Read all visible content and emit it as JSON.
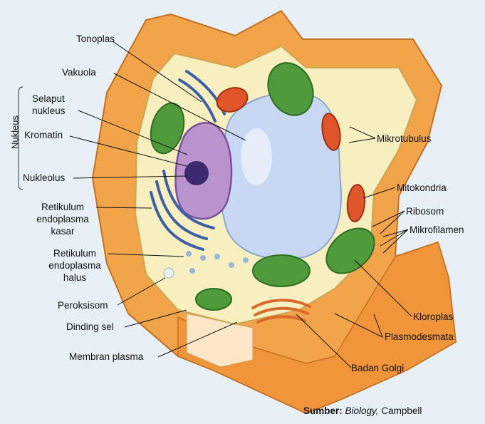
{
  "labels": {
    "tonoplas": "Tonoplas",
    "vakuola": "Vakuola",
    "selaput_1": "Selaput",
    "selaput_2": "nukleus",
    "kromatin": "Kromatin",
    "nukleolus": "Nukleolus",
    "rek_1": "Retikulum",
    "rek_2": "endoplasma",
    "rek_3": "kasar",
    "reh_1": "Retikulum",
    "reh_2": "endoplasma",
    "reh_3": "halus",
    "peroksisom": "Peroksisom",
    "dinding_sel": "Dinding sel",
    "membran_plasma": "Membran plasma",
    "mikrotubulus": "Mikrotubulus",
    "mitokondria": "Mitokondria",
    "ribosom": "Ribosom",
    "mikrofilamen": "Mikrofilamen",
    "kloroplas": "Kloroplas",
    "plasmodesmata": "Plasmodesmata",
    "badan_golgi": "Badan Golgi"
  },
  "group_label": "Nukleus",
  "source": {
    "prefix": "Sumber:",
    "title": "Biology,",
    "author": " Campbell"
  },
  "colors": {
    "wall": "#f2a44a",
    "wall_dark": "#d27a2a",
    "cytoplasm": "#f7efc0",
    "vacuole": "#c9d8f2",
    "nucleus": "#b38fc7",
    "chloroplast": "#4f9a3a",
    "mitochondria": "#e0552a",
    "er": "#3d5fa8",
    "golgi": "#d86a2a",
    "background": "#e6f0f6"
  }
}
